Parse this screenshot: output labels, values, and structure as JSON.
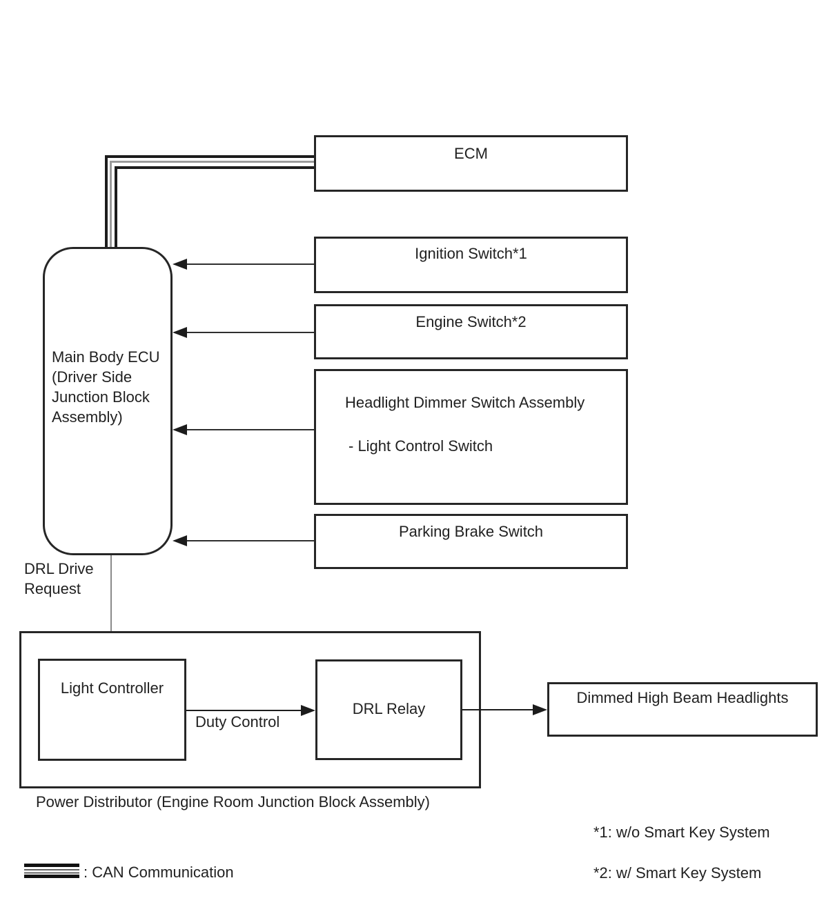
{
  "boxes": {
    "ecm": "ECM",
    "ignition_switch": "Ignition Switch*1",
    "engine_switch": "Engine Switch*2",
    "headlight_dimmer_line1": "Headlight Dimmer Switch Assembly",
    "headlight_dimmer_line2": "- Light Control Switch",
    "parking_brake": "Parking Brake Switch",
    "main_body_ecu": "Main Body ECU (Driver Side Junction Block Assembly)",
    "light_controller": "Light Controller",
    "drl_relay": "DRL Relay",
    "headlights": "Dimmed High Beam Headlights"
  },
  "labels": {
    "drl_drive_request": "DRL Drive Request",
    "duty_control": "Duty Control",
    "power_distributor": "Power Distributor (Engine Room Junction Block Assembly)"
  },
  "legend": {
    "can_label": ": CAN Communication"
  },
  "notes": {
    "note1": "*1: w/o Smart Key System",
    "note2": "*2: w/ Smart Key System"
  },
  "colors": {
    "box_border": "#262626",
    "arrow_line": "#2e2e2e",
    "drop_line_gray": "#8a8a8a",
    "can_stripe_gray": "#9a9a9a",
    "background": "#ffffff",
    "text": "#212121"
  }
}
